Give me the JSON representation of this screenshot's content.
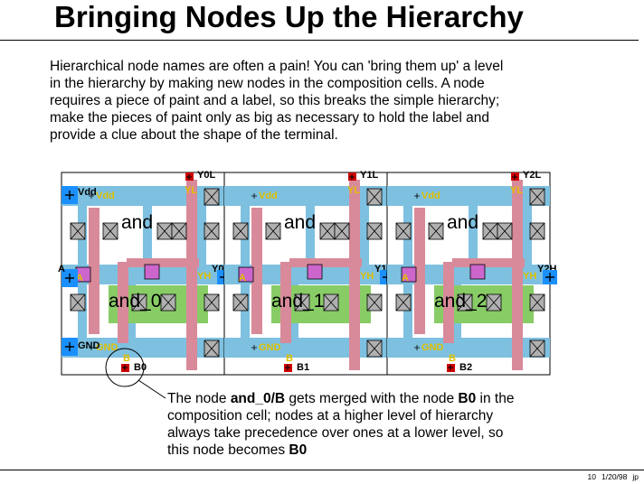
{
  "slide": {
    "title": "Bringing Nodes Up the Hierarchy",
    "paragraph_lines": [
      "Hierarchical node names are often a pain!  You can 'bring them up' a level",
      "in the hierarchy by making new nodes in the composition cells.  A node",
      "requires a piece of paint and a label, so this breaks the simple hierarchy;",
      "make the pieces of paint only as big as necessary to hold the label and",
      "provide a clue about the shape of the terminal."
    ],
    "note_lines": [
      [
        {
          "t": "The node "
        },
        {
          "t": "and_0/B",
          "b": true
        },
        {
          "t": " gets merged with the node "
        },
        {
          "t": "B0",
          "b": true
        },
        {
          "t": " in the"
        }
      ],
      [
        {
          "t": "composition cell; nodes at a higher level of hierarchy"
        }
      ],
      [
        {
          "t": "always take precedence over ones at a lower level, so"
        }
      ],
      [
        {
          "t": "this node becomes "
        },
        {
          "t": "B0",
          "b": true
        }
      ]
    ],
    "footer": {
      "page": "10",
      "date": "1/20/98",
      "author": "jp"
    }
  },
  "layout": {
    "cells": [
      {
        "cell_name": "and",
        "instance": "and_0",
        "top_label": "Y0L",
        "mid_label": "Y0H",
        "bottom_label": "B0"
      },
      {
        "cell_name": "and",
        "instance": "and_1",
        "top_label": "Y1L",
        "mid_label": "Y1H",
        "bottom_label": "B1"
      },
      {
        "cell_name": "and",
        "instance": "and_2",
        "top_label": "Y2L",
        "mid_label": "Y2H",
        "bottom_label": "B2"
      }
    ],
    "left_labels": {
      "vdd": "Vdd",
      "a": "A",
      "gnd": "GND"
    },
    "cell_port_labels": {
      "vdd": "Vdd",
      "gnd": "GND",
      "a": "A",
      "b": "B",
      "yl": "YL",
      "yh": "YH"
    },
    "colors": {
      "metal": "#7ec0e0",
      "poly": "#d88a9a",
      "diffusion": "#88cc66",
      "contact": "#b0b0b0",
      "via": "#cc66cc",
      "label": "#e0c000",
      "port": "#1a90ff",
      "node_mark": "#cc0000"
    }
  }
}
